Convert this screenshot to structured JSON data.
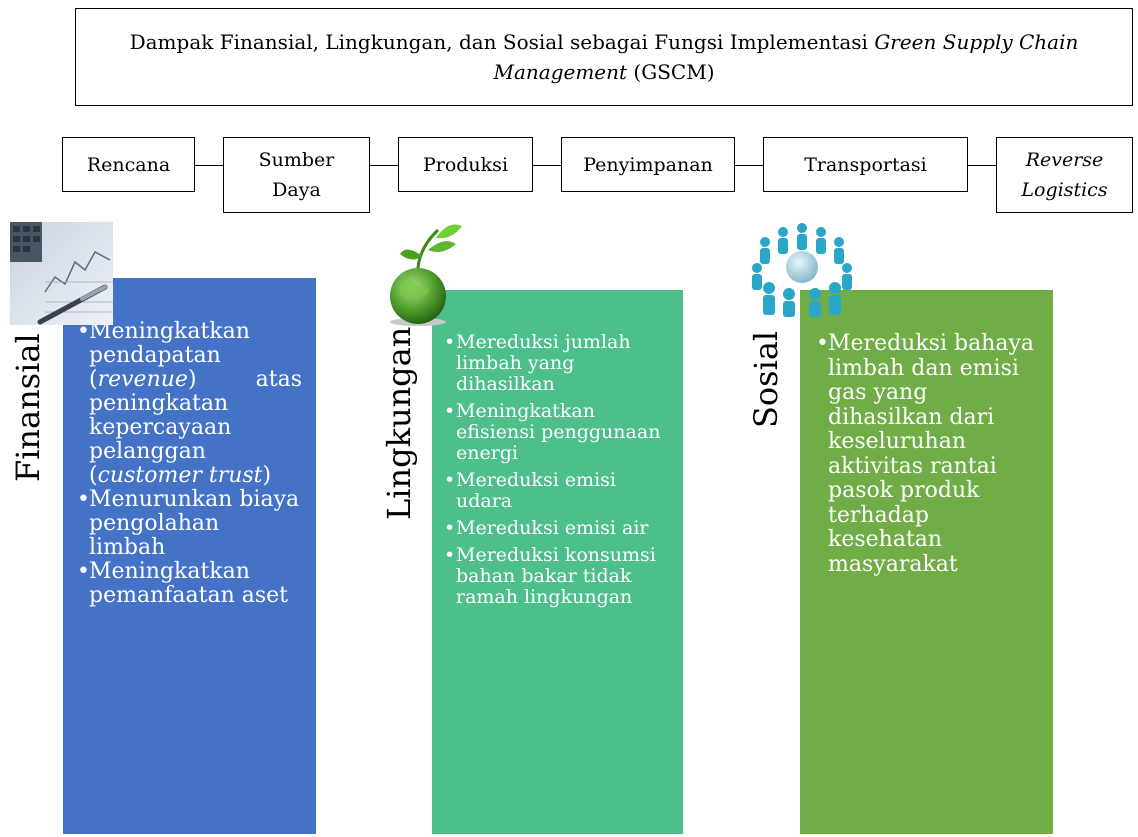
{
  "title": {
    "part1": "Dampak Finansial, Lingkungan, dan Sosial sebagai Fungsi Implementasi ",
    "italic1": "Green Supply Chain Management",
    "part2": " (GSCM)"
  },
  "stages": {
    "s1": "Rencana",
    "s2a": "Sumber",
    "s2b": "Daya",
    "s3": "Produksi",
    "s4": "Penyimpanan",
    "s5": "Transportasi",
    "s6a": "Reverse",
    "s6b": "Logistics"
  },
  "finansial": {
    "label": "Finansial",
    "color": "#4472C4",
    "b1_pre": "Meningkatkan pendapatan (",
    "b1_it1": "revenue",
    "b1_mid": ") atas peningkatan kepercayaan pelanggan (",
    "b1_it2": "customer trust",
    "b1_post": ")",
    "b2": "Menurunkan biaya pengolahan limbah",
    "b3": "Meningkatkan pemanfaatan aset"
  },
  "lingkungan": {
    "label": "Lingkungan",
    "color": "#4DBF8B",
    "b1": "Mereduksi jumlah limbah yang dihasilkan",
    "b2": "Meningkatkan efisiensi penggunaan energi",
    "b3": "Mereduksi emisi udara",
    "b4": "Mereduksi emisi air",
    "b5": "Mereduksi konsumsi bahan bakar tidak ramah lingkungan"
  },
  "sosial": {
    "label": "Sosial",
    "color": "#70AD47",
    "b1": "Mereduksi bahaya limbah dan emisi gas yang dihasilkan dari keseluruhan aktivitas rantai pasok produk terhadap kesehatan masyarakat"
  },
  "icons": [
    "finance-chart-icon",
    "green-globe-icon",
    "people-circle-icon"
  ]
}
